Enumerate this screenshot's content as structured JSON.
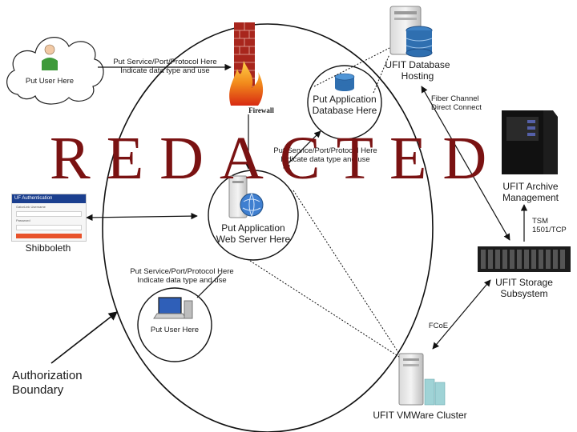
{
  "redaction": "REDACTED",
  "user_cloud": {
    "label": "Put User Here"
  },
  "firewall": {
    "label": "Firewall"
  },
  "firewall_link": {
    "line1": "Put Service/Port/Protocol Here",
    "line2": "Indicate data type and use"
  },
  "db_hosting": {
    "label_line1": "UFIT Database",
    "label_line2": "Hosting"
  },
  "app_db": {
    "label_line1": "Put Application",
    "label_line2": "Database Here"
  },
  "db_link": {
    "line1": "Put Service/Port/Protocol Here",
    "line2": "Indicate data type and use"
  },
  "fiber_link": {
    "line1": "Fiber Channel",
    "line2": "Direct Connect"
  },
  "archive": {
    "label_line1": "UFIT Archive",
    "label_line2": "Management"
  },
  "tsm_link": {
    "line1": "TSM",
    "line2": "1501/TCP"
  },
  "shibboleth": {
    "label": "Shibboleth",
    "header": "Authentication",
    "field1_label": "GatorLink Username",
    "field2_label": "Password"
  },
  "web_server": {
    "label_line1": "Put Application",
    "label_line2": "Web Server Here"
  },
  "storage": {
    "label_line1": "UFIT Storage",
    "label_line2": "Subsystem"
  },
  "user_link": {
    "line1": "Put Service/Port/Protocol Here",
    "line2": "Indicate data type and use"
  },
  "internal_user": {
    "label": "Put User Here"
  },
  "fcoe_link": {
    "label": "FCoE"
  },
  "vmware": {
    "label": "UFIT VMWare Cluster"
  },
  "boundary": {
    "line1": "Authorization",
    "line2": "Boundary"
  },
  "colors": {
    "redaction": "#7a1212",
    "firewall_brick": "#a8261d",
    "firewall_flame": "#f28a1c",
    "database": "#2f6fb0",
    "shib_header": "#1b3f8f",
    "user_green": "#3e9a3a"
  }
}
